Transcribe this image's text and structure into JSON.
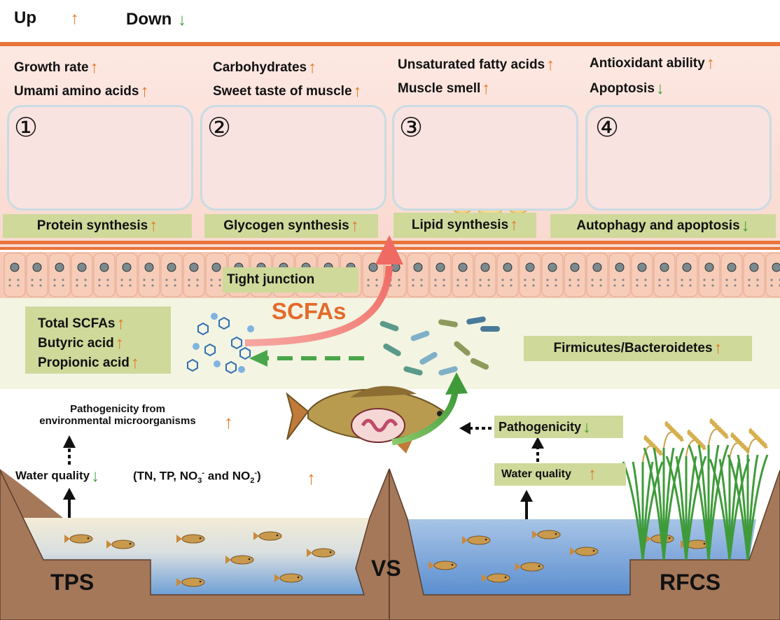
{
  "legend": {
    "up_label": "Up",
    "down_label": "Down"
  },
  "colors": {
    "up_arrow": "#e07b2a",
    "down_arrow": "#3d9d3a",
    "muscle_bg": "#fbe0da",
    "gut_bg": "#f3f4e2",
    "box": "#cfd99a",
    "water": "#7fa8d8",
    "soil": "#a5785a",
    "accent": "#e46a2b"
  },
  "muscle": {
    "panels": [
      {
        "number": "①",
        "text1": "Growth rate",
        "text2": "Umami amino acids",
        "process": "Protein synthesis",
        "icon": "cells-icon"
      },
      {
        "number": "②",
        "text1": "Carbohydrates",
        "text2": "Sweet taste of muscle",
        "process": "Glycogen synthesis",
        "icon": "glycogen-icon"
      },
      {
        "number": "③",
        "text1": "Unsaturated fatty acids",
        "text2": "Muscle smell",
        "process": "Lipid synthesis",
        "icon": "lipid-icon"
      },
      {
        "number": "④",
        "text1": "Antioxidant ability",
        "text2": "Apoptosis",
        "process": "Autophagy and apoptosis",
        "icon": "apoptosis-icon"
      }
    ]
  },
  "gut": {
    "tight_junction": "Tight junction",
    "scfas": "SCFAs",
    "scfa_list": [
      "Total SCFAs",
      "Butyric acid",
      "Propionic acid"
    ],
    "ratio": "Firmicutes/Bacteroidetes"
  },
  "left_pond": {
    "pathogenicity_line1": "Pathogenicity from",
    "pathogenicity_line2": "environmental microorganisms",
    "water_quality": "Water quality",
    "nutrients_prefix": "(TN, TP, NO",
    "no3_sub": "3",
    "no3_sup": "-",
    "and": " and NO",
    "no2_sub": "2",
    "no2_sup": "-",
    "nutrients_suffix": ")",
    "label": "TPS"
  },
  "right_pond": {
    "pathogenicity": "Pathogenicity",
    "water_quality": "Water quality",
    "label": "RFCS"
  },
  "vs": "VS"
}
